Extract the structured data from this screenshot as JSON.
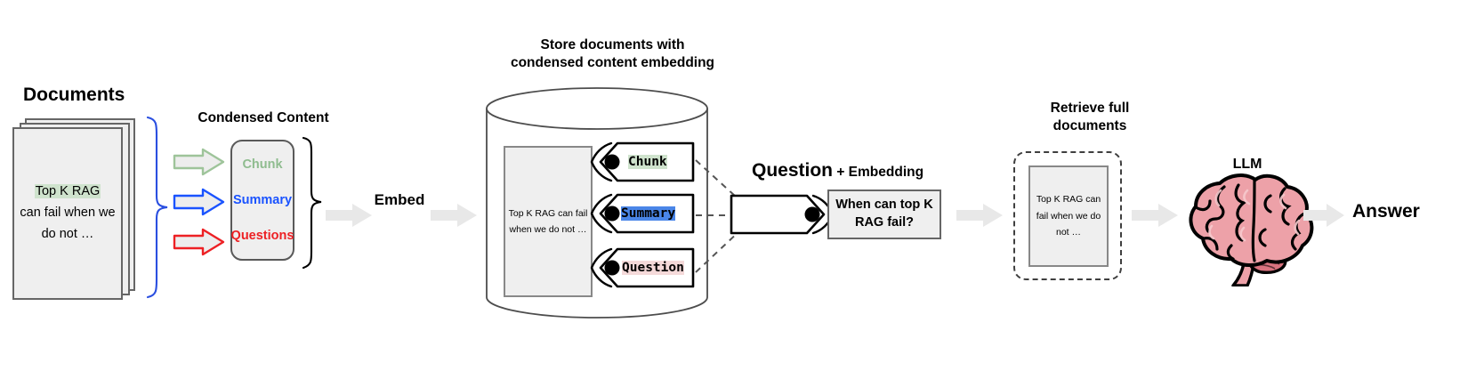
{
  "diagram": {
    "title": "RAG pipeline with condensed content embedding",
    "colors": {
      "highlight_green": "#cfe3cd",
      "highlight_blue": "#4a86e8",
      "highlight_pink": "#f4d9d9",
      "chunk_text": "#8fbc8f",
      "summary_text": "#1a53ff",
      "questions_text": "#ed2024",
      "arrow_gray": "#e8e8e8",
      "brace_blue": "#2a4fe0",
      "doc_fill": "#efefef",
      "doc_stroke": "#666666",
      "brain_pink": "#eda1a8",
      "outline_black": "#000000"
    }
  },
  "documents": {
    "title": "Documents",
    "doc_text_highlight": "Top K RAG",
    "doc_text_rest": "can fail when\nwe do not …",
    "sheet_count": 3
  },
  "condensed": {
    "title": "Condensed Content",
    "items": [
      {
        "label": "Chunk",
        "color": "#8fbc8f",
        "arrow_color": "#8fbc8f"
      },
      {
        "label": "Summary",
        "color": "#1a53ff",
        "arrow_color": "#1a53ff"
      },
      {
        "label": "Questions",
        "color": "#ed2024",
        "arrow_color": "#ed2024"
      }
    ]
  },
  "embed": {
    "label": "Embed"
  },
  "store": {
    "title": "Store documents with\ncondensed content embedding",
    "doc_text": "Top K RAG can\nfail when we do\nnot …",
    "tags": [
      {
        "label": "Chunk",
        "highlight": "#cfe3cd"
      },
      {
        "label": "Summary",
        "highlight": "#4a86e8"
      },
      {
        "label": "Question",
        "highlight": "#f4d9d9"
      }
    ]
  },
  "query": {
    "title_strong": "Question",
    "title_rest": " + Embedding",
    "box_text": "When can top\nK RAG fail?"
  },
  "retrieve": {
    "title": "Retrieve full\ndocuments",
    "doc_text": "Top K RAG can\nfail when we do\nnot …"
  },
  "llm": {
    "label": "LLM",
    "icon": "brain-icon"
  },
  "answer": {
    "label": "Answer"
  }
}
